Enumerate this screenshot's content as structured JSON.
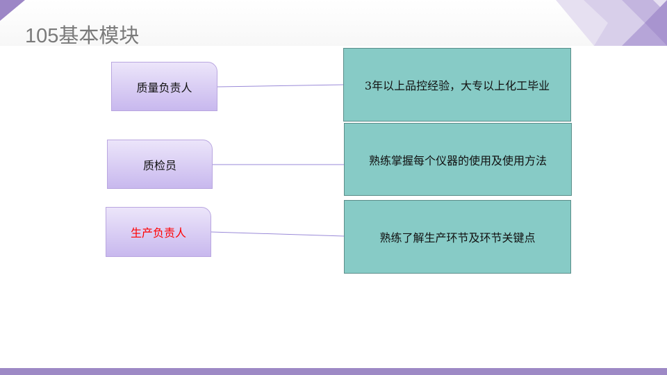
{
  "slide": {
    "title": "105基本模块"
  },
  "roles": [
    {
      "label": "质量负责人",
      "requirement": "3年以上品控经验，大专以上化工毕业",
      "label_color": "#111111"
    },
    {
      "label": "质检员",
      "requirement": "熟练掌握每个仪器的使用及使用方法",
      "label_color": "#111111"
    },
    {
      "label": "生产负责人",
      "requirement": "熟练了解生产环节及环节关键点",
      "label_color": "#ff0000"
    }
  ],
  "colors": {
    "accent": "#9d89c5",
    "teal": "#87cbc6"
  }
}
